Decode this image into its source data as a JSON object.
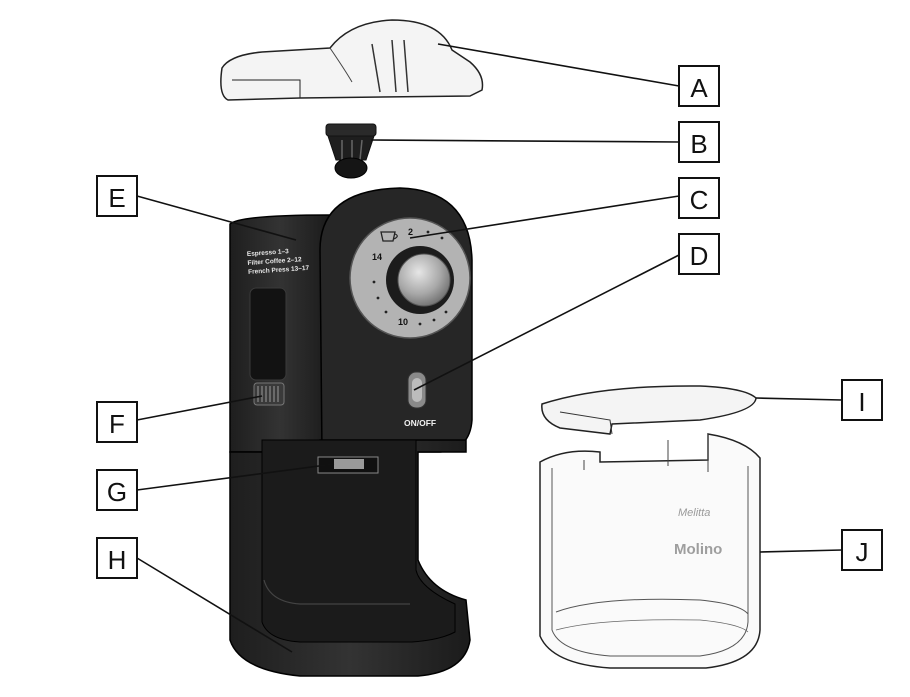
{
  "labels": {
    "A": "A",
    "B": "B",
    "C": "C",
    "D": "D",
    "E": "E",
    "F": "F",
    "G": "G",
    "H": "H",
    "I": "I",
    "J": "J"
  },
  "device": {
    "dial_mark_2": "2",
    "dial_mark_14": "14",
    "dial_mark_10": "10",
    "side_text_line1": "Espresso 1–3",
    "side_text_line2": "Filter Coffee 2–12",
    "side_text_line3": "French Press 13–17",
    "switch_label": "ON/OFF"
  },
  "container": {
    "brand_logo": "Melitta",
    "product_name": "Molino"
  },
  "colors": {
    "body": "#2a2a2a",
    "body_dark": "#1a1a1a",
    "dial": "#b9b9b9",
    "outline": "#222222"
  }
}
